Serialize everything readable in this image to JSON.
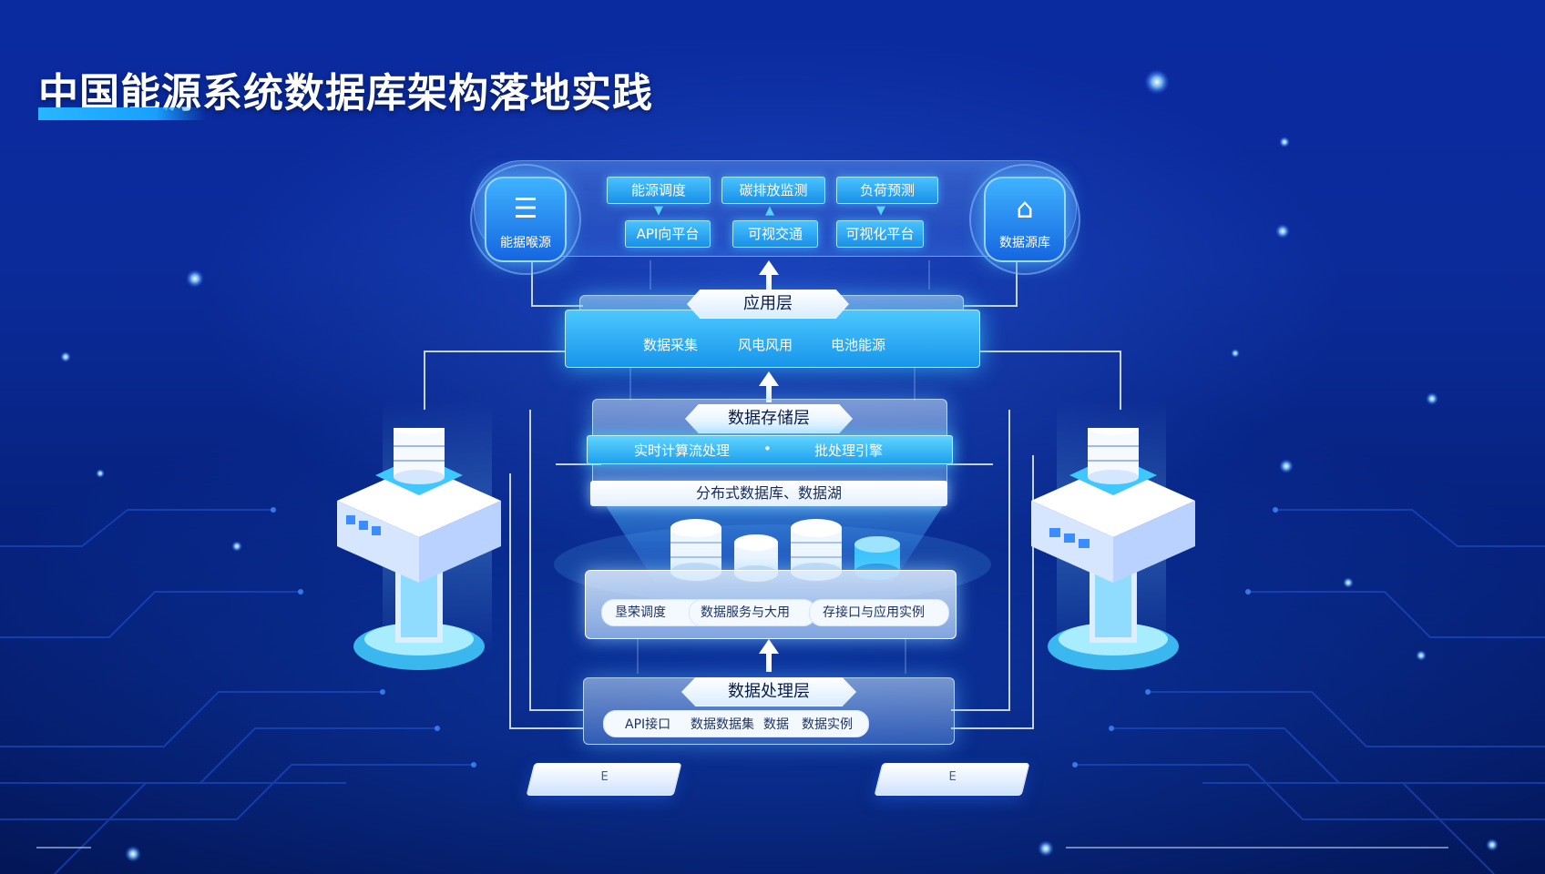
{
  "title": "中国能源系统数据库架构落地实践",
  "colors": {
    "background_top": "#0a2aa0",
    "background_bottom": "#031657",
    "accent_cyan": "#29b6ff",
    "label_text": "#0a1c45"
  },
  "top_panel": {
    "left_source": {
      "label": "能据喉源",
      "icon": "database-rack-icon"
    },
    "right_source": {
      "label": "数据源库",
      "icon": "chart-house-icon"
    },
    "chips_row1": [
      "能源调度",
      "碳排放监测",
      "负荷预测"
    ],
    "chips_row2": [
      "API向平台",
      "可视交通",
      "可视化平台"
    ]
  },
  "application_layer": {
    "label": "应用层",
    "items": [
      "数据采集",
      "风电风用",
      "电池能源"
    ]
  },
  "storage_layer": {
    "label": "数据存储层",
    "engines": [
      "实时计算流处理",
      "批处理引擎"
    ],
    "store": "分布式数据库、数据湖",
    "utilities": [
      "垦荣调度",
      "数据服务与大用",
      "存接口与应用实例"
    ]
  },
  "processing_layer": {
    "label": "数据处理层",
    "items": [
      "API接口",
      "数据数据集",
      "数据",
      "数据实例"
    ]
  },
  "bottom_slabs": [
    "E",
    "E"
  ]
}
